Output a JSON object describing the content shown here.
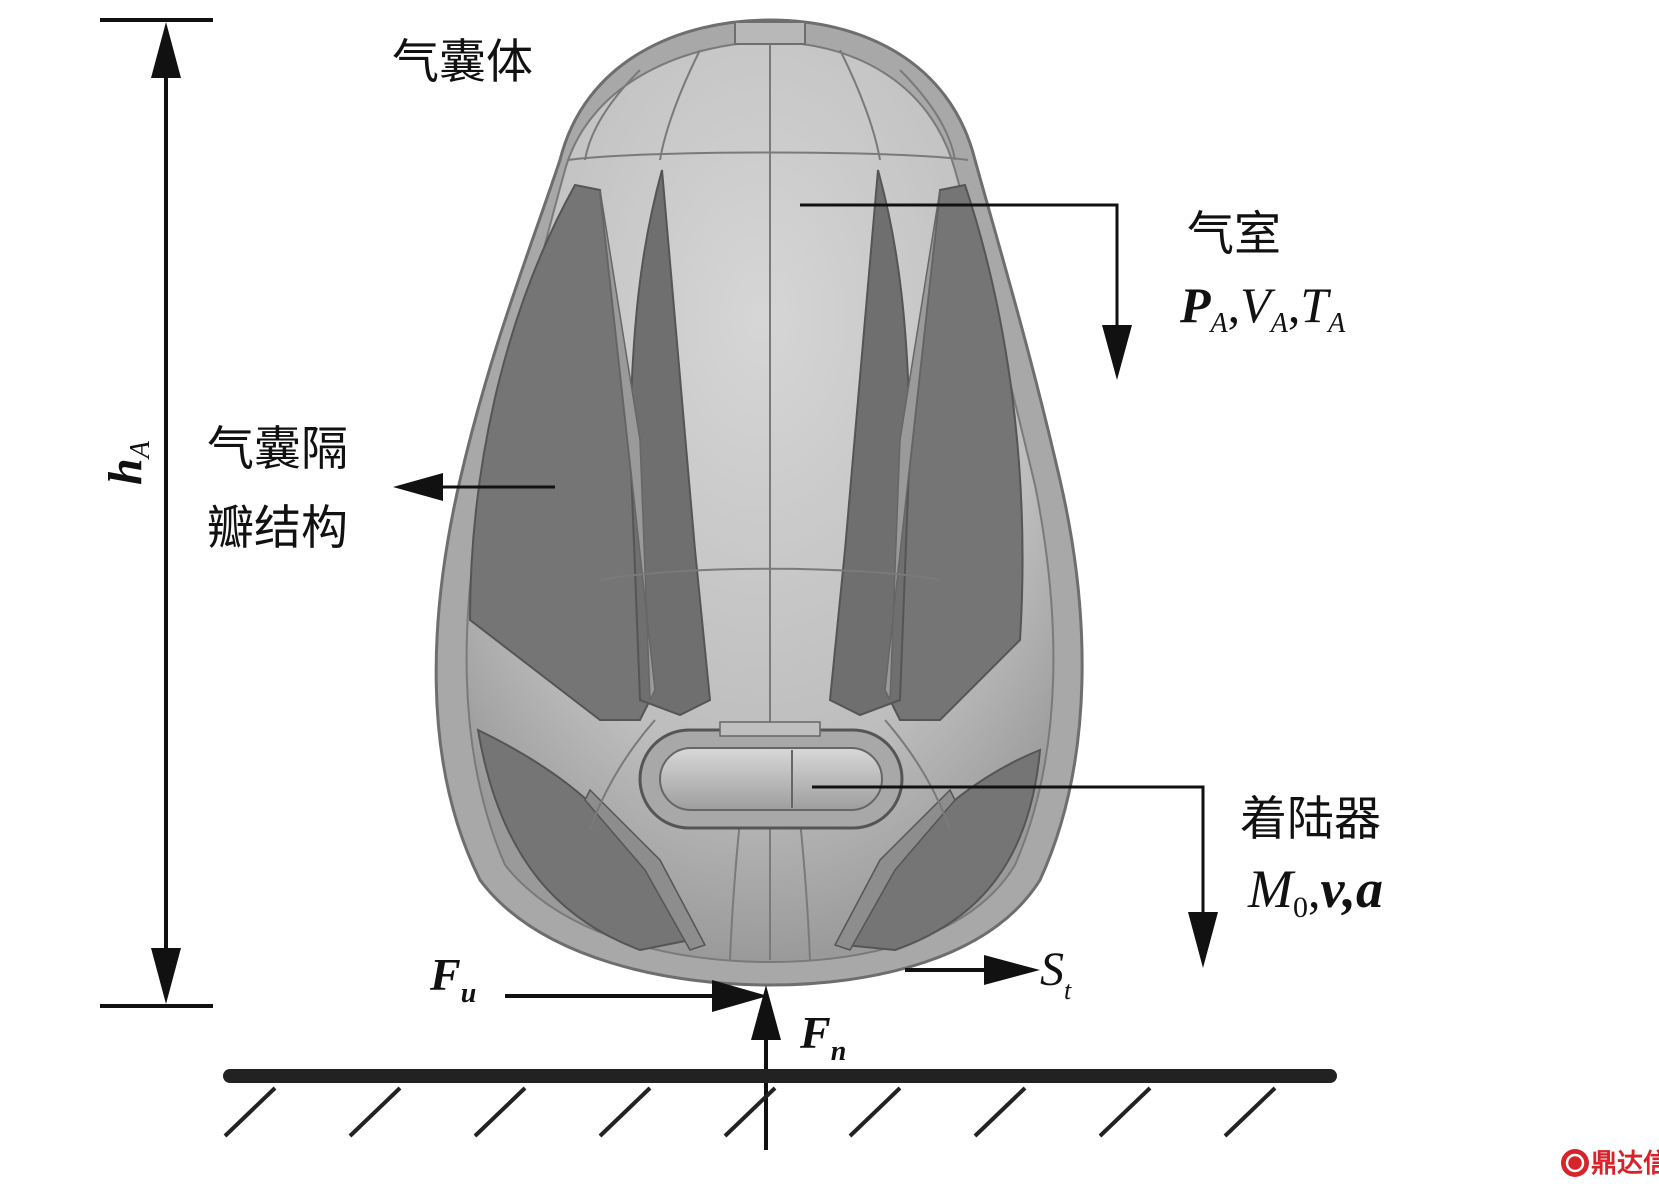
{
  "labels": {
    "airbag_body": "气囊体",
    "air_chamber": "气室",
    "air_chamber_vars": "P_A, V_A, T_A",
    "petal_line1": "气囊隔",
    "petal_line2": "瓣结构",
    "lander": "着陆器",
    "lander_vars": "M_0, v, a",
    "height": "h_A"
  },
  "symbols": {
    "h": "h",
    "h_sub": "A",
    "P": "P",
    "P_sub": "A",
    "V": "V",
    "V_sub": "A",
    "T": "T",
    "T_sub": "A",
    "comma": ",",
    "M": "M",
    "M_sub": "0",
    "v": "v",
    "a": "a",
    "Fu": "F",
    "Fu_sub": "u",
    "Fn": "F",
    "Fn_sub": "n",
    "St": "S",
    "St_sub": "t"
  },
  "watermark": {
    "text": "鼎达信",
    "icon": "logo-seal-icon"
  },
  "colors": {
    "shell_outer": "#9c9c9c",
    "shell_fill": "#c6c6c6",
    "petal_dark": "#707070",
    "petal_mid": "#8a8a8a",
    "ink": "#111111",
    "watermark": "#d8232a"
  }
}
